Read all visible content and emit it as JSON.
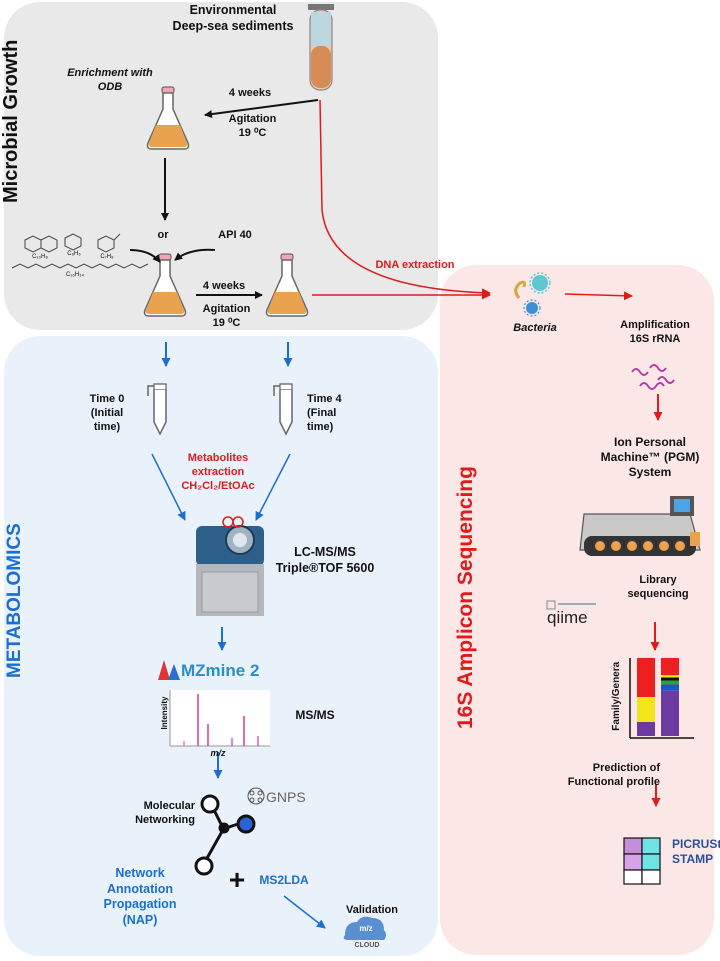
{
  "sections": {
    "growth": "Microbial Growth",
    "metabolomics": "METABOLOMICS",
    "amplicon": "16S Amplicon Sequencing"
  },
  "growth": {
    "source_line1": "Environmental",
    "source_line2": "Deep-sea sediments",
    "enrichment_line1": "Enrichment with",
    "enrichment_line2": "ODB",
    "weeks_top": "4 weeks",
    "agitation_top_line1": "Agitation",
    "agitation_top_line2": "19 ⁰C",
    "or": "or",
    "api": "API 40",
    "weeks_bottom": "4 weeks",
    "agitation_bottom_line1": "Agitation",
    "agitation_bottom_line2": "19 ⁰C",
    "chem_naphthalene": "C₁₀H₈",
    "chem_benzene": "C₆H₆",
    "chem_toluene": "C₇H₈",
    "chem_hexadecane": "C₁₆H₃₄"
  },
  "metabolomics": {
    "time0_line1": "Time 0",
    "time0_line2": "(Initial",
    "time0_line3": "time)",
    "time4_line1": "Time 4",
    "time4_line2": "(Final",
    "time4_line3": "time)",
    "extraction_line1": "Metabolites",
    "extraction_line2": "extraction",
    "extraction_line3": "CH₂Cl₂/EtOAc",
    "instrument_line1": "LC-MS/MS",
    "instrument_line2": "Triple®TOF 5600",
    "mzmine": "MZmine 2",
    "msms": "MS/MS",
    "axis_intensity": "Intensity",
    "axis_mz": "m/z",
    "gnps": "GNPS",
    "networking_line1": "Molecular",
    "networking_line2": "Networking",
    "nap_line1": "Network",
    "nap_line2": "Annotation",
    "nap_line3": "Propagation",
    "nap_line4": "(NAP)",
    "plus": "+",
    "ms2lda": "MS2LDA",
    "validation": "Validation",
    "mzcloud_top": "m/z",
    "mzcloud_bottom": "CLOUD"
  },
  "amplicon": {
    "dna_extraction": "DNA extraction",
    "bacteria": "Bacteria",
    "amplification_line1": "Amplification",
    "amplification_line2": "16S rRNA",
    "ion_line1": "Ion Personal",
    "ion_line2": "Machine™ (PGM)",
    "ion_line3": "System",
    "library_line1": "Library",
    "library_line2": "sequencing",
    "qiime": "qiime",
    "axis_family": "Family/Genera",
    "prediction_line1": "Prediction of",
    "prediction_line2": "Functional profile",
    "picrust": "PICRUSt",
    "stamp": "STAMP"
  },
  "colors": {
    "red_arrow": "#e01b1b",
    "blue_arrow": "#1a6fd1",
    "culture": "#e9a24e",
    "flask_cap": "#f1a7b2"
  },
  "stacked_bars": [
    {
      "segments": [
        {
          "color": "#6d3aa0",
          "fraction": 0.18
        },
        {
          "color": "#f2e51c",
          "fraction": 0.32
        },
        {
          "color": "#ee1f1f",
          "fraction": 0.5
        }
      ]
    },
    {
      "segments": [
        {
          "color": "#6d3aa0",
          "fraction": 0.58
        },
        {
          "color": "#1f55c9",
          "fraction": 0.08
        },
        {
          "color": "#2fa236",
          "fraction": 0.05
        },
        {
          "color": "#111111",
          "fraction": 0.04
        },
        {
          "color": "#f2e51c",
          "fraction": 0.03
        },
        {
          "color": "#ee1f1f",
          "fraction": 0.22
        }
      ]
    }
  ]
}
